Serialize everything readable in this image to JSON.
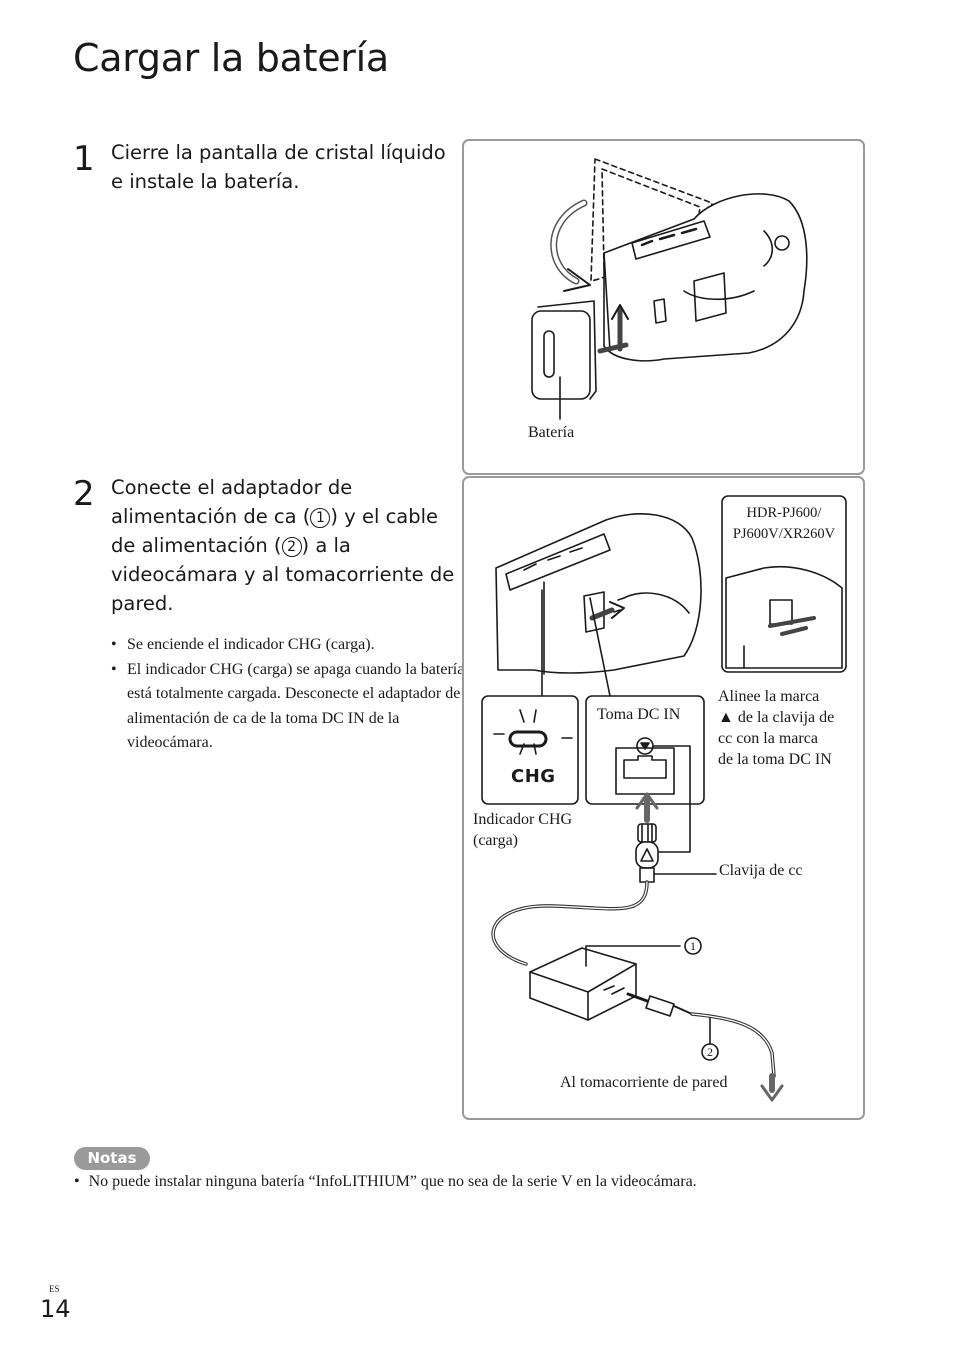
{
  "page": {
    "title": "Cargar la batería",
    "lang": "ES",
    "number": "14"
  },
  "step1": {
    "number": "1",
    "text": "Cierre la pantalla de cristal líquido e instale la batería.",
    "labels": {
      "battery": "Batería"
    }
  },
  "step2": {
    "number": "2",
    "text_a": "Conecte el adaptador de alimentación de ca (",
    "circle1": "1",
    "text_b": ") y el cable de alimentación (",
    "circle2": "2",
    "text_c": ") a la videocámara y al tomacorriente de pared.",
    "bullets": [
      "Se enciende el indicador CHG (carga).",
      "El indicador CHG (carga) se apaga cuando la batería está totalmente cargada. Desconecte el adaptador de alimentación de ca de la toma DC IN de la videocámara."
    ],
    "labels": {
      "model_line1": "HDR-PJ600/",
      "model_line2": "PJ600V/XR260V",
      "dc_in_jack": "Toma DC IN",
      "chg_text": "CHG",
      "chg_indicator_1": "Indicador CHG",
      "chg_indicator_2": "(carga)",
      "align_1": "Alinee la marca",
      "align_2": "▲ de la clavija de",
      "align_3": "cc con la marca",
      "align_4": "de la toma DC IN",
      "dc_plug": "Clavija de cc",
      "callout1": "1",
      "callout2": "2",
      "wall_outlet": "Al tomacorriente de pared"
    }
  },
  "notes": {
    "badge": "Notas",
    "items": [
      "No puede instalar ninguna batería “InfoLITHIUM” que no sea de la serie V en la videocámara."
    ]
  }
}
